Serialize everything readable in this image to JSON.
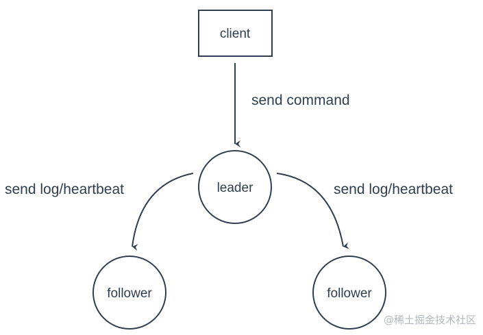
{
  "nodes": {
    "client": "client",
    "leader": "leader",
    "follower_left": "follower",
    "follower_right": "follower"
  },
  "edges": {
    "client_to_leader": "send command",
    "leader_to_left": "send log/heartbeat",
    "leader_to_right": "send log/heartbeat"
  },
  "watermark": "@稀土掘金技术社区",
  "colors": {
    "stroke": "#2f3e4e",
    "text": "#2f3e4e",
    "watermark": "#b4b7bc",
    "background": "#ffffff"
  }
}
